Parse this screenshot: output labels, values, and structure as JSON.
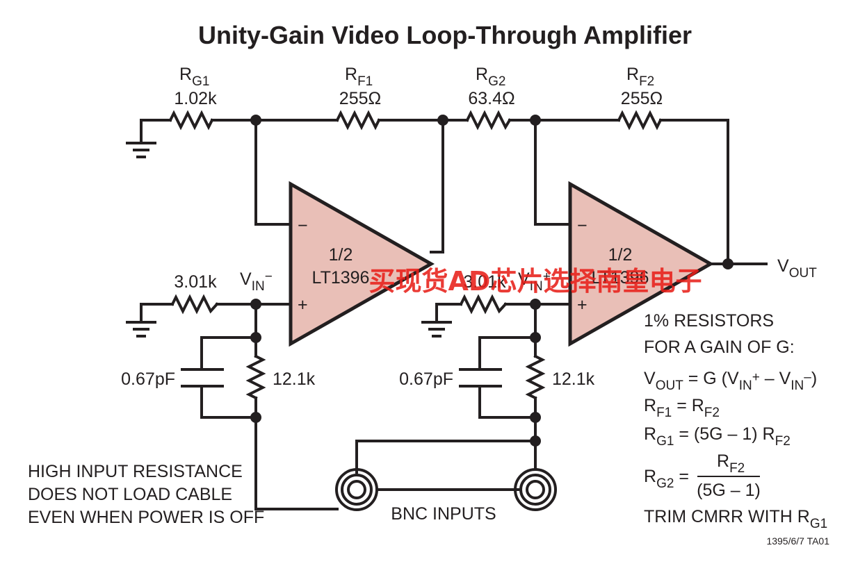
{
  "title": "Unity-Gain Video Loop-Through Amplifier",
  "components": {
    "rg1": {
      "name_main": "R",
      "name_sub": "G1",
      "value": "1.02k"
    },
    "rf1": {
      "name_main": "R",
      "name_sub": "F1",
      "value": "255Ω"
    },
    "rg2": {
      "name_main": "R",
      "name_sub": "G2",
      "value": "63.4Ω"
    },
    "rf2": {
      "name_main": "R",
      "name_sub": "F2",
      "value": "255Ω"
    },
    "r_in_left": "3.01k",
    "r_in_right": "3.01k",
    "c_left": "0.67pF",
    "c_right": "0.67pF",
    "r_bias_left": "12.1k",
    "r_bias_right": "12.1k"
  },
  "amplifiers": [
    {
      "line1": "1/2",
      "line2": "LT1396",
      "minus": "−",
      "plus": "+"
    },
    {
      "line1": "1/2",
      "line2": "LT1396",
      "minus": "−",
      "plus": "+"
    }
  ],
  "nodes": {
    "vin_minus": {
      "main": "V",
      "sub": "IN",
      "sup": "−"
    },
    "vin_plus": {
      "main": "V",
      "sub": "IN",
      "sup": "+"
    },
    "vout": {
      "main": "V",
      "sub": "OUT"
    }
  },
  "bnc_label": "BNC INPUTS",
  "note_left": [
    "HIGH INPUT RESISTANCE",
    "DOES NOT LOAD CABLE",
    "EVEN WHEN POWER IS OFF"
  ],
  "notes_right": {
    "line1": "1% RESISTORS",
    "line2": "FOR A GAIN OF G:",
    "eq1": {
      "a": "V",
      "a_sub": "OUT",
      "b": " = G (V",
      "b_sub": "IN",
      "b_sup": "+",
      "c": " – V",
      "c_sub": "IN",
      "c_sup": "–",
      "d": ")"
    },
    "eq2": {
      "a": "R",
      "a_sub": "F1",
      "b": " = R",
      "b_sub": "F2"
    },
    "eq3": {
      "a": "R",
      "a_sub": "G1",
      "b": " = (5G – 1) R",
      "b_sub": "F2"
    },
    "eq4": {
      "a": "R",
      "a_sub": "G2",
      "b": " = ",
      "num": "R",
      "num_sub": "F2",
      "den": "(5G – 1)"
    },
    "trim": {
      "a": "TRIM CMRR WITH R",
      "a_sub": "G1"
    }
  },
  "figure_id": "1395/6/7 TA01",
  "watermark": "买现货AD芯片选择南皇电子",
  "colors": {
    "amp_fill": "#e9bfb7",
    "ink": "#231f20",
    "watermark": "#e8201a"
  }
}
